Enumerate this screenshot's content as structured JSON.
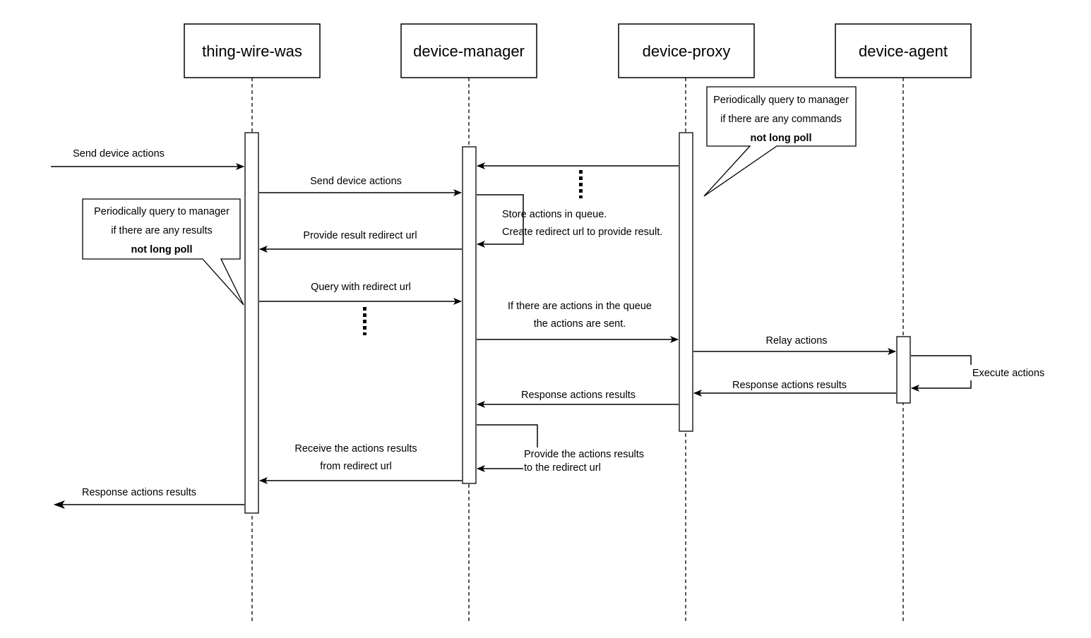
{
  "participants": [
    {
      "id": "p1",
      "label": "thing-wire-was"
    },
    {
      "id": "p2",
      "label": "device-manager"
    },
    {
      "id": "p3",
      "label": "device-proxy"
    },
    {
      "id": "p4",
      "label": "device-agent"
    }
  ],
  "messages": {
    "m1": "Send device actions",
    "m2": "Send device actions",
    "m3": "Provide result redirect url",
    "m4": "Query with redirect url",
    "m5_line1": "If there are actions in the queue",
    "m5_line2": "the actions are sent.",
    "m6": "Relay actions",
    "m7": "Response actions results",
    "m8": "Response actions results",
    "m9_line1": "Receive the actions results",
    "m9_line2": "from redirect url",
    "m10": "Response actions results"
  },
  "self_messages": {
    "store_line1": "Store actions in queue.",
    "store_line2": "Create redirect url to provide result.",
    "execute": "Execute actions",
    "provide_line1": "Provide the actions results",
    "provide_line2": "to the redirect url"
  },
  "notes": {
    "proxy_note": {
      "line1": "Periodically query to manager",
      "line2": "if there are any commands",
      "line3": "not long poll"
    },
    "was_note": {
      "line1": "Periodically query to manager",
      "line2": "if there are any results",
      "line3": "not long poll"
    }
  }
}
